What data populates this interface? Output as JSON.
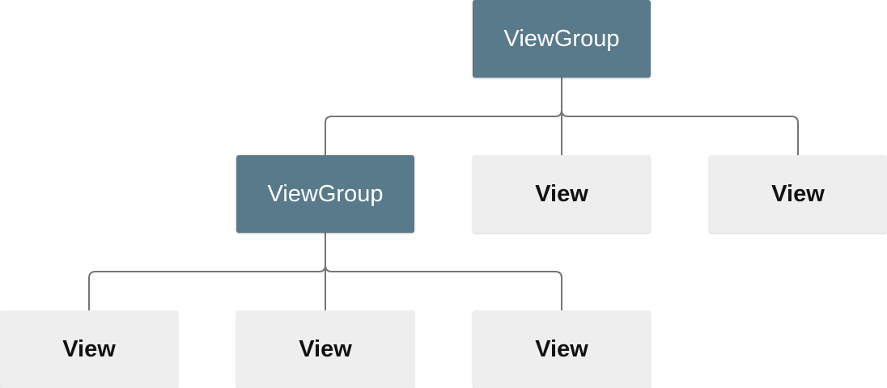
{
  "diagram": {
    "root": {
      "label": "ViewGroup"
    },
    "level1": [
      {
        "label": "ViewGroup"
      },
      {
        "label": "View"
      },
      {
        "label": "View"
      }
    ],
    "level2": [
      {
        "label": "View"
      },
      {
        "label": "View"
      },
      {
        "label": "View"
      }
    ]
  },
  "colors": {
    "group_fill": "#587a8a",
    "view_fill": "#eeeeee",
    "connector": "#757575"
  }
}
